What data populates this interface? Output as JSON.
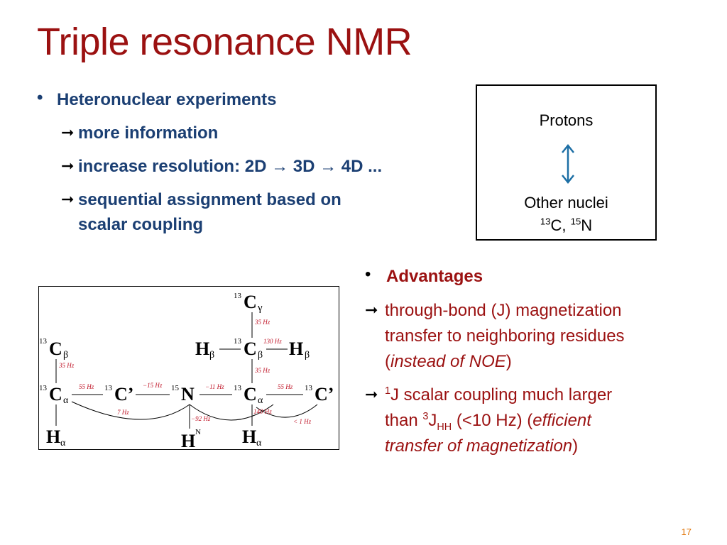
{
  "slide": {
    "title": "Triple resonance NMR",
    "page_number": "17"
  },
  "left_bullets": {
    "heading": "Heteronuclear experiments",
    "items": [
      "more information",
      "increase resolution: 2D → 3D → 4D ...",
      "sequential assignment based on",
      "scalar coupling"
    ]
  },
  "box": {
    "top": "Protons",
    "bottom": "Other nuclei",
    "iso_c_mass": "13",
    "iso_c": "C,",
    "iso_n_mass": "15",
    "iso_n": "N"
  },
  "advantages": {
    "heading": "Advantages",
    "item1_l1": "through-bond (J) magnetization",
    "item1_l2": "transfer to neighboring residues",
    "item1_l3_open": "(",
    "item1_l3_italic": "instead of NOE",
    "item1_l3_close": ")",
    "item2_sup1": "1",
    "item2_l1": "J scalar coupling much larger",
    "item2_l2_pre": "than ",
    "item2_sup3": "3",
    "item2_J": "J",
    "item2_sub": "HH",
    "item2_l2_mid": " (<10 Hz) (",
    "item2_l2_italic": "efficient",
    "item2_l3_italic": "transfer of magnetization",
    "item2_l3_close": ")"
  },
  "diagram": {
    "couplings": {
      "cgamma_cbeta": "35 Hz",
      "hbeta_cbeta": "130 Hz",
      "cbeta_calpha_right": "35 Hz",
      "cbeta_calpha_left": "35 Hz",
      "calpha_cprime_left": "55 Hz",
      "cprime_n": "−15 Hz",
      "n_calpha": "−11 Hz",
      "calpha_cprime_right": "55 Hz",
      "calpha_calpha_2bond": "7 Hz",
      "n_hn": "−92 Hz",
      "calpha_halpha": "140 Hz",
      "halpha_cprime": "< 1 Hz"
    }
  }
}
